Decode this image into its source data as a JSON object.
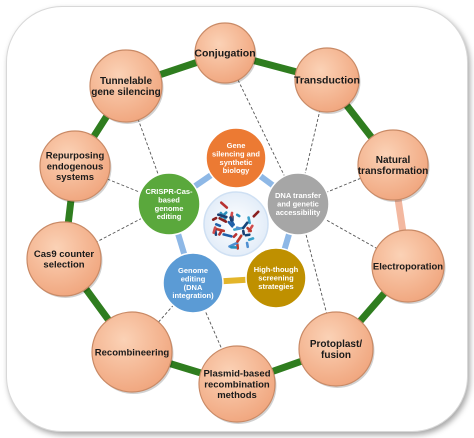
{
  "colors": {
    "ring": "#2f7d1f",
    "ring_segment_light": "#f3b8a0",
    "outer_fill": "#f5b591",
    "outer_stroke": "#c98a66",
    "connector": "#555555",
    "inner_ring": "#9dc2ea"
  },
  "center": {
    "icon": "dna-molecules-image"
  },
  "outer_nodes": [
    {
      "id": "conjugation",
      "lines": [
        "Conjugation"
      ]
    },
    {
      "id": "transduction",
      "lines": [
        "Transduction"
      ]
    },
    {
      "id": "natural-transformation",
      "lines": [
        "Natural",
        "transformation"
      ]
    },
    {
      "id": "electroporation",
      "lines": [
        "Electroporation"
      ]
    },
    {
      "id": "protoplast-fusion",
      "lines": [
        "Protoplast/",
        "fusion"
      ]
    },
    {
      "id": "plasmid-based",
      "lines": [
        "Plasmid-based",
        "recombination",
        "methods"
      ]
    },
    {
      "id": "recombineering",
      "lines": [
        "Recombineering"
      ]
    },
    {
      "id": "cas9-counter",
      "lines": [
        "Cas9 counter",
        "selection"
      ]
    },
    {
      "id": "repurposing",
      "lines": [
        "Repurposing",
        "endogenous",
        "systems"
      ]
    },
    {
      "id": "tunnelable",
      "lines": [
        "Tunnelable",
        "gene silencing"
      ]
    }
  ],
  "inner_nodes": [
    {
      "id": "gene-silencing",
      "lines": [
        "Gene",
        "silencing and",
        "synthetic",
        "biology"
      ],
      "color": "#ec7a33"
    },
    {
      "id": "dna-transfer",
      "lines": [
        "DNA transfer",
        "and genetic",
        "accessibility"
      ],
      "color": "#a6a6a6"
    },
    {
      "id": "high-through",
      "lines": [
        "High-though",
        "screening",
        "strategies"
      ],
      "color": "#bf9000"
    },
    {
      "id": "genome-editing",
      "lines": [
        "Genome",
        "editing",
        "(DNA",
        "integration)"
      ],
      "color": "#5b9bd5"
    },
    {
      "id": "crispr",
      "lines": [
        "CRISPR-Cas-",
        "based",
        "genome",
        "editing"
      ],
      "color": "#5aa83c"
    }
  ]
}
